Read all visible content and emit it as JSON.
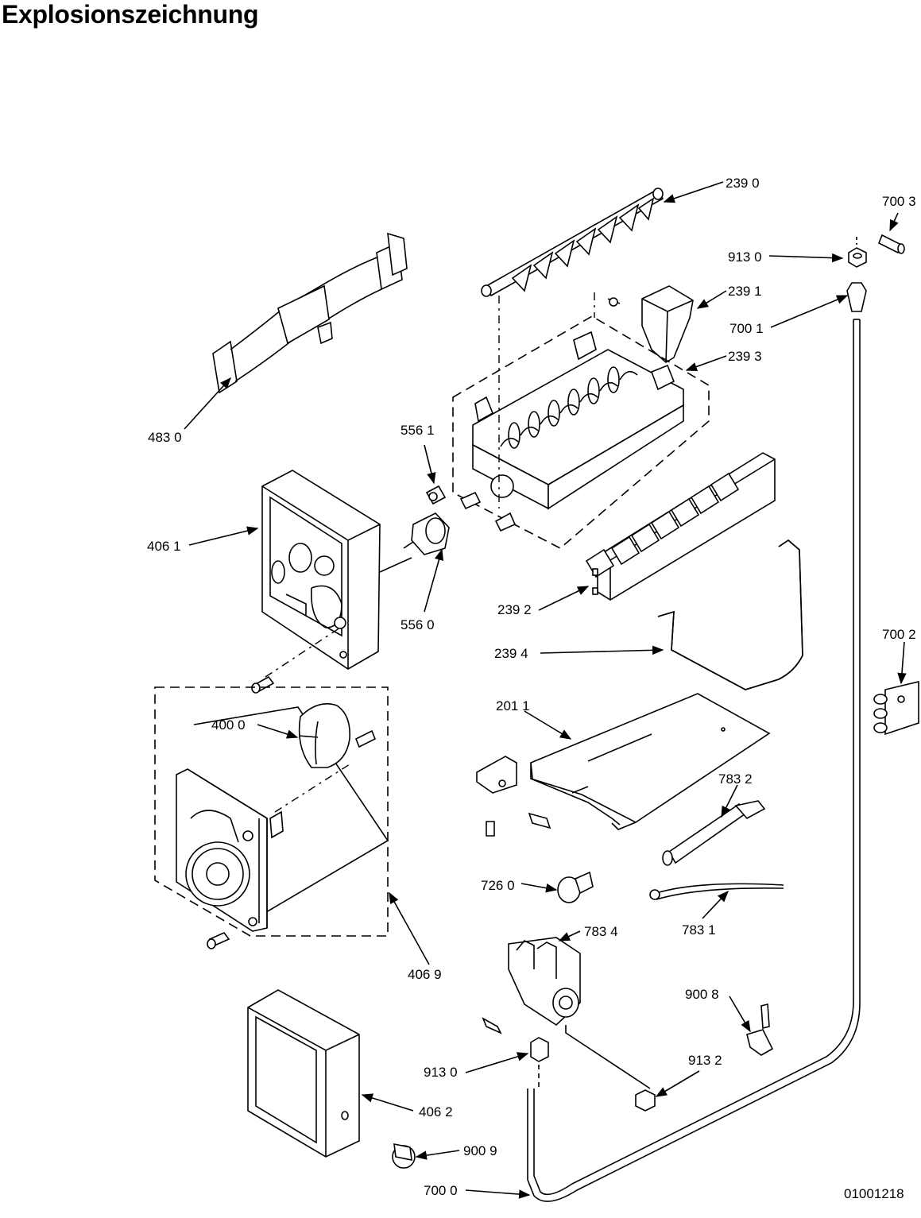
{
  "title": "Explosionszeichnung",
  "drawing_number": "01001218",
  "callouts": [
    {
      "id": "239-0",
      "text": "239 0"
    },
    {
      "id": "700-3",
      "text": "700 3"
    },
    {
      "id": "913-0-top",
      "text": "913 0"
    },
    {
      "id": "239-1",
      "text": "239 1"
    },
    {
      "id": "700-1",
      "text": "700 1"
    },
    {
      "id": "239-3",
      "text": "239 3"
    },
    {
      "id": "483-0",
      "text": "483 0"
    },
    {
      "id": "556-1",
      "text": "556 1"
    },
    {
      "id": "406-1",
      "text": "406 1"
    },
    {
      "id": "556-0",
      "text": "556 0"
    },
    {
      "id": "239-2",
      "text": "239 2"
    },
    {
      "id": "239-4",
      "text": "239 4"
    },
    {
      "id": "700-2",
      "text": "700 2"
    },
    {
      "id": "400-0",
      "text": "400 0"
    },
    {
      "id": "201-1",
      "text": "201 1"
    },
    {
      "id": "783-2",
      "text": "783 2"
    },
    {
      "id": "726-0",
      "text": "726 0"
    },
    {
      "id": "783-4",
      "text": "783 4"
    },
    {
      "id": "783-1",
      "text": "783 1"
    },
    {
      "id": "406-9",
      "text": "406 9"
    },
    {
      "id": "900-8",
      "text": "900 8"
    },
    {
      "id": "913-0-bottom",
      "text": "913 0"
    },
    {
      "id": "913-2",
      "text": "913 2"
    },
    {
      "id": "406-2",
      "text": "406 2"
    },
    {
      "id": "900-9",
      "text": "900 9"
    },
    {
      "id": "700-0",
      "text": "700 0"
    }
  ]
}
